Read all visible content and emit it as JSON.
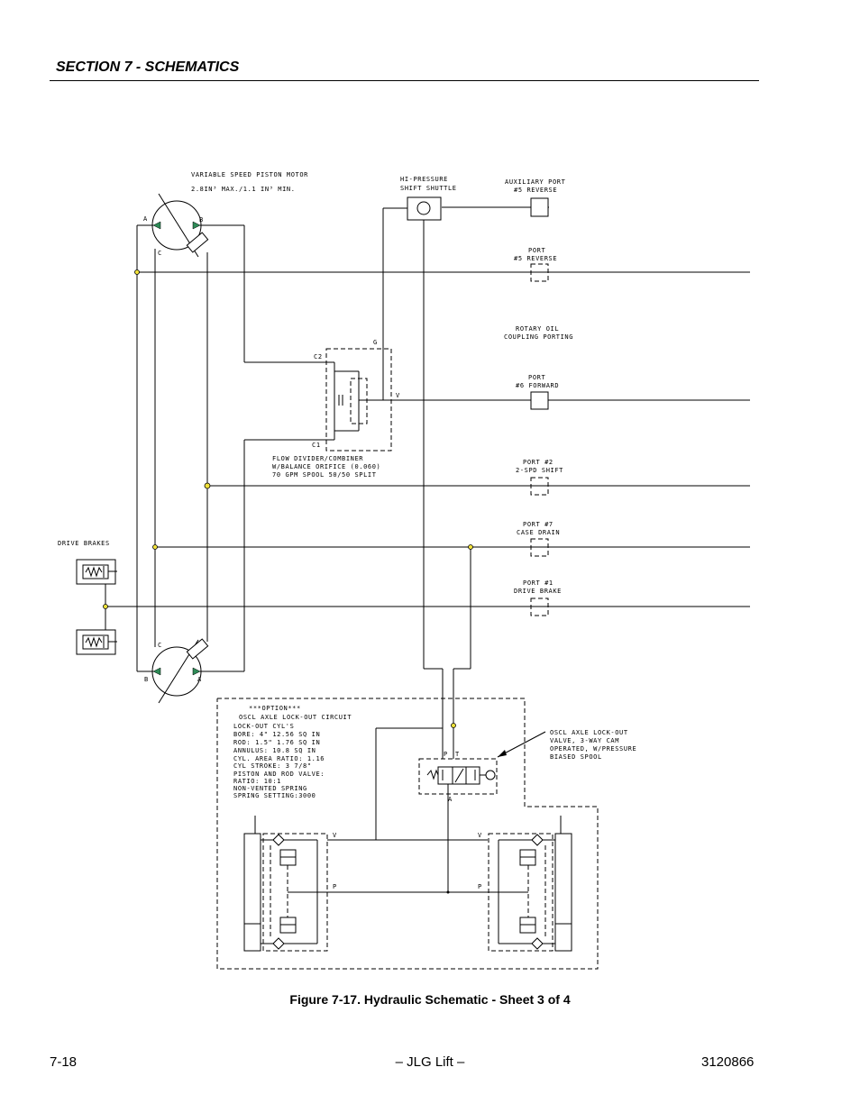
{
  "header": {
    "section_title": "SECTION 7 - SCHEMATICS"
  },
  "footer": {
    "page_number": "7-18",
    "center_text": "– JLG Lift –",
    "doc_number": "3120866"
  },
  "figure": {
    "caption": "Figure 7-17.  Hydraulic Schematic - Sheet 3 of 4",
    "labels": {
      "motor_line1": "VARIABLE SPEED PISTON MOTOR",
      "motor_line2": "2.8IN³ MAX./1.1 IN³ MIN.",
      "shuttle_line1": "HI-PRESSURE",
      "shuttle_line2": "SHIFT SHUTTLE",
      "aux_line1": "AUXILIARY PORT",
      "aux_line2": "#5 REVERSE",
      "port5_line1": "PORT",
      "port5_line2": "#5 REVERSE",
      "rotary_line1": "ROTARY OIL",
      "rotary_line2": "COUPLING PORTING",
      "port6_line1": "PORT",
      "port6_line2": "#6 FORWARD",
      "flow_line1": "FLOW DIVIDER/COMBINER",
      "flow_line2": "W/BALANCE ORIFICE (0.060)",
      "flow_line3": "70 GPM SPOOL 50/50 SPLIT",
      "port2_line1": "PORT #2",
      "port2_line2": "2-SPD SHIFT",
      "port7_line1": "PORT #7",
      "port7_line2": "CASE DRAIN",
      "port1_line1": "PORT #1",
      "port1_line2": "DRIVE BRAKE",
      "drive_brakes": "DRIVE BRAKES",
      "option_title": "***OPTION***",
      "option_sub": "OSCL AXLE LOCK-OUT CIRCUIT",
      "cyl_line1": "LOCK-OUT CYL'S",
      "cyl_line2": "BORE: 4\" 12.56 SQ IN",
      "cyl_line3": "ROD: 1.5\" 1.76 SQ IN",
      "cyl_line4": "ANNULUS: 10.8 SQ IN",
      "cyl_line5": "CYL. AREA RATIO: 1.16",
      "cyl_line6": "CYL STROKE: 3 7/8\"",
      "cyl_line7": "PISTON AND ROD VALVE:",
      "cyl_line8": "RATIO: 10:1",
      "cyl_line9": "NON-VENTED SPRING",
      "cyl_line10": "SPRING SETTING:3000",
      "lockout_line1": "OSCL AXLE LOCK-OUT",
      "lockout_line2": "VALVE, 3-WAY CAM",
      "lockout_line3": "OPERATED, W/PRESSURE",
      "lockout_line4": "BIASED SPOOL",
      "mA": "A",
      "mB": "B",
      "mC": "C",
      "C2": "C2",
      "C1": "C1",
      "G": "G",
      "V": "V",
      "P": "P",
      "T": "T"
    }
  }
}
